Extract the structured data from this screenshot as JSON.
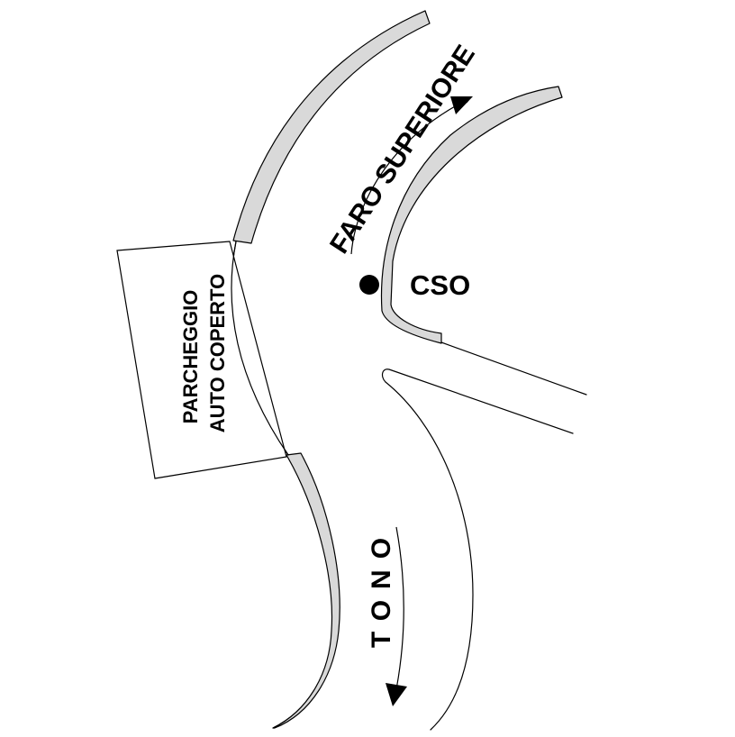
{
  "labels": {
    "faro_superiore": "FARO SUPERIORE",
    "cso": "CSO",
    "parcheggio_line1": "PARCHEGGIO",
    "parcheggio_line2": "AUTO COPERTO",
    "tono": "TONO"
  },
  "colors": {
    "background": "#ffffff",
    "ink": "#000000",
    "curb_fill": "#d9d9d9"
  },
  "markers": {
    "cso_marker": "location-dot-icon"
  }
}
